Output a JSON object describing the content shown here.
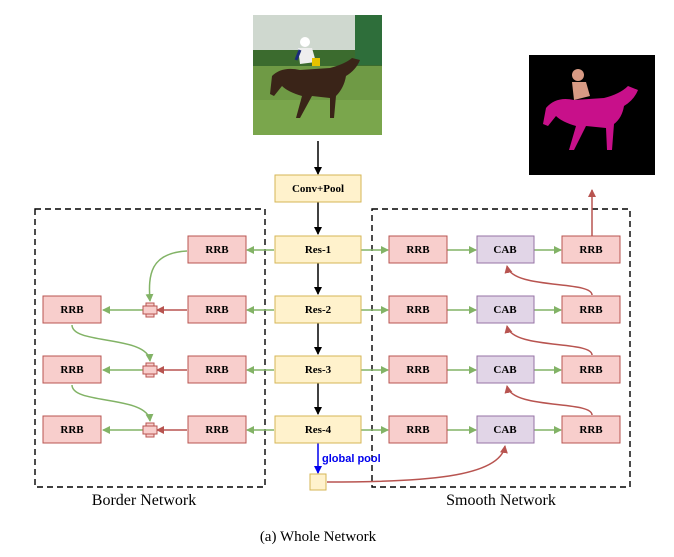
{
  "colors": {
    "yellow_fill": "#fff2cc",
    "yellow_stroke": "#d6b656",
    "red_fill": "#f8cecc",
    "red_stroke": "#b85450",
    "purple_fill": "#e1d5e7",
    "purple_stroke": "#9673a6",
    "green_arrow": "#82b366",
    "red_arrow": "#b85450",
    "blue_arrow": "#0000ee"
  },
  "images": {
    "input_photo": "horse-racing-photo",
    "output_mask": "segmentation-mask"
  },
  "backbone": {
    "conv_pool": "Conv+Pool",
    "res": [
      "Res-1",
      "Res-2",
      "Res-3",
      "Res-4"
    ],
    "global_pool": "global pool"
  },
  "border_network": {
    "label": "Border Network",
    "inner_rrb": [
      "RRB",
      "RRB",
      "RRB",
      "RRB"
    ],
    "outer_rrb": [
      "RRB",
      "RRB",
      "RRB"
    ]
  },
  "smooth_network": {
    "label": "Smooth Network",
    "rrb_left": [
      "RRB",
      "RRB",
      "RRB",
      "RRB"
    ],
    "cab": [
      "CAB",
      "CAB",
      "CAB",
      "CAB"
    ],
    "rrb_right": [
      "RRB",
      "RRB",
      "RRB",
      "RRB"
    ]
  },
  "caption": "(a) Whole Network"
}
